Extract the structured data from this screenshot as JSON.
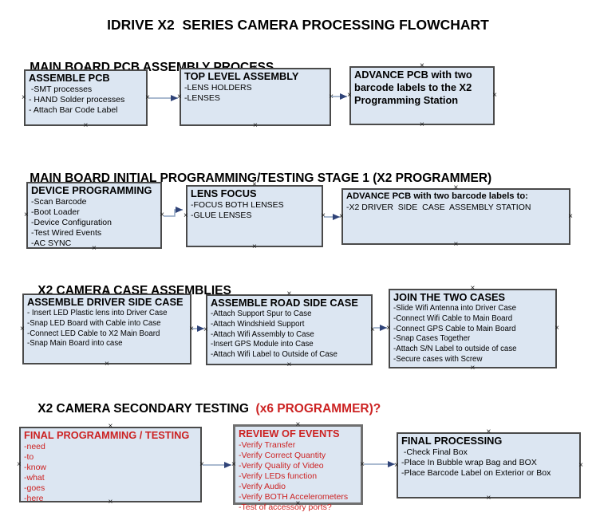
{
  "title": "IDRIVE X2  SERIES CAMERA PROCESSING FLOWCHART",
  "colors": {
    "box_fill": "#dce6f2",
    "box_border": "#4a4a4a",
    "box_border_thick": "#6f6f6f",
    "red_text": "#cc2222",
    "arrow_line": "#8da3c0",
    "arrow_head": "#2f4378",
    "handle": "#1a1a1a"
  },
  "icons": {
    "connection_handle": "×"
  },
  "sections": [
    {
      "header": "MAIN BOARD PCB ASSEMBLY PROCESS",
      "boxes": [
        {
          "title": "ASSEMBLE PCB",
          "items": [
            " -SMT processes",
            "- HAND Solder processes",
            "- Attach Bar Code Label"
          ]
        },
        {
          "title": "TOP LEVEL ASSEMBLY",
          "items": [
            "-LENS HOLDERS",
            "-LENSES"
          ]
        },
        {
          "title": "ADVANCE PCB with two barcode labels to the X2 Programming Station",
          "items": []
        }
      ]
    },
    {
      "header": "MAIN BOARD INITIAL PROGRAMMING/TESTING STAGE 1 (X2 PROGRAMMER)",
      "boxes": [
        {
          "title": "DEVICE PROGRAMMING",
          "items": [
            "-Scan Barcode",
            "-Boot Loader",
            "-Device Configuration",
            "-Test Wired Events",
            "-AC SYNC"
          ]
        },
        {
          "title": "LENS FOCUS",
          "items": [
            "-FOCUS BOTH LENSES",
            "-GLUE LENSES"
          ]
        },
        {
          "title": "ADVANCE PCB with two barcode labels to:",
          "items": [
            "-X2 DRIVER  SIDE  CASE  ASSEMBLY STATION"
          ]
        }
      ]
    },
    {
      "header": "X2 CAMERA CASE ASSEMBLIES",
      "boxes": [
        {
          "title": "ASSEMBLE DRIVER SIDE CASE",
          "items": [
            "- Insert LED Plastic lens into Driver Case",
            "-Snap LED Board with Cable into Case",
            "-Connect LED Cable to X2 Main Board",
            "-Snap Main Board into case"
          ]
        },
        {
          "title": "ASSEMBLE ROAD SIDE CASE",
          "items": [
            "-Attach Support Spur to Case",
            "-Attach Windshield Support",
            "-Attach Wifi Assembly to Case",
            "-Insert GPS Module into Case",
            "-Attach Wifi Label to Outside of Case"
          ]
        },
        {
          "title": "JOIN THE TWO CASES",
          "items": [
            "-Slide Wifi Antenna into Driver Case",
            "-Connect Wifi Cable to Main Board",
            "-Connect GPS Cable to Main Board",
            "-Snap Cases Together",
            "-Attach S/N Label to outside of case",
            "-Secure cases with Screw"
          ]
        }
      ]
    },
    {
      "header": "X2 CAMERA SECONDARY TESTING",
      "header_suffix": "  (x6 PROGRAMMER)?",
      "boxes": [
        {
          "title": "FINAL PROGRAMMING / TESTING",
          "items": [
            "-need",
            "-to",
            "-know",
            "-what",
            "-goes",
            "-here"
          ]
        },
        {
          "title": "REVIEW OF EVENTS",
          "items": [
            "-Verify Transfer",
            "-Verify Correct Quantity",
            "-Verify Quality of Video",
            "-Verify LEDs function",
            "-Verify Audio",
            "-Verify BOTH Accelerometers",
            "-Test of accessory ports?"
          ]
        },
        {
          "title": "FINAL PROCESSING",
          "items": [
            " -Check Final Box",
            "-Place In Bubble wrap Bag and BOX",
            "-Place Barcode Label on Exterior or Box"
          ]
        }
      ]
    }
  ]
}
